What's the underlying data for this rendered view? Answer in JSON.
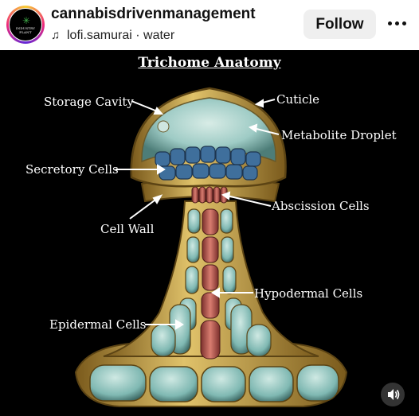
{
  "post": {
    "username": "cannabisdrivenmanagement",
    "audio": "lofi.samurai · water",
    "follow_label": "Follow",
    "avatar_text": "INDUSTRY PLANT"
  },
  "figure": {
    "title": "Trichome Anatomy",
    "labels": {
      "storage_cavity": "Storage Cavity",
      "cuticle": "Cuticle",
      "metabolite_droplet": "Metabolite Droplet",
      "secretory_cells": "Secretory Cells",
      "abscission_cells": "Abscission Cells",
      "cell_wall": "Cell Wall",
      "hypodermal_cells": "Hypodermal Cells",
      "epidermal_cells": "Epidermal Cells"
    }
  },
  "icons": {
    "more": "more-options-icon",
    "music": "music-note-icon",
    "sound": "sound-on-icon"
  },
  "colors": {
    "follow_bg": "#efefef",
    "media_bg": "#000000",
    "gold": "#c9a43c",
    "secretory_blue": "#3f6f9c",
    "stalk_red": "#b8524a",
    "cell_teal": "#8fc9c4"
  }
}
